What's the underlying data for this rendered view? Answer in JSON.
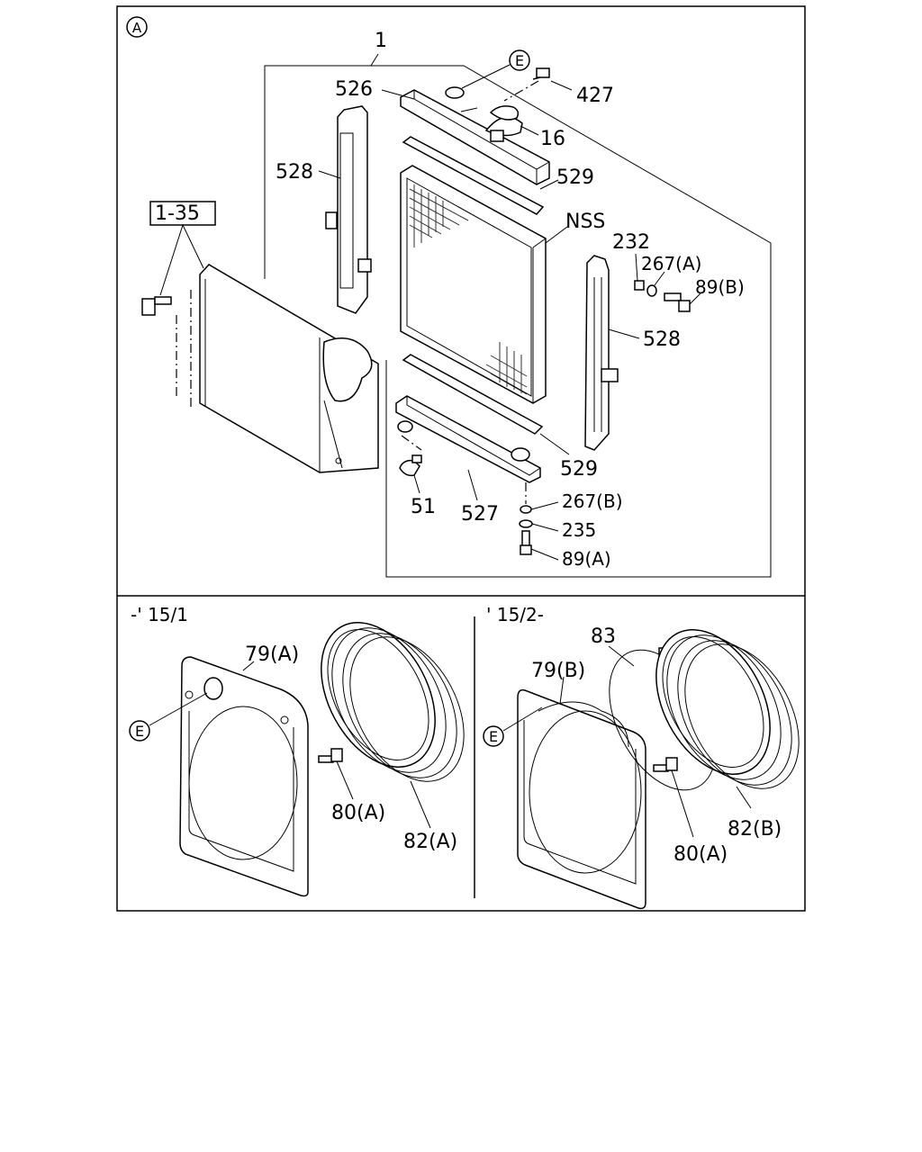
{
  "panel_top": {
    "view_marker": "A",
    "kit_callout": "1-35",
    "labels": {
      "assembly": "1",
      "upper_tank": "526",
      "filler_neck_marker": "E",
      "bolt_top": "427",
      "cap": "16",
      "side_bracket_left": "528",
      "seal_upper": "529",
      "core": "NSS",
      "cushion": "232",
      "washer_a": "267(A)",
      "bolt_b": "89(B)",
      "side_bracket_right": "528",
      "seal_lower": "529",
      "lower_tank": "527",
      "drain_cock": "51",
      "washer_b": "267(B)",
      "spacer": "235",
      "bolt_a": "89(A)"
    }
  },
  "panel_left": {
    "period": "-' 15/1",
    "labels": {
      "shroud": "79(A)",
      "marker": "E",
      "bolt": "80(A)",
      "ring": "82(A)"
    }
  },
  "panel_right": {
    "period": "' 15/2-",
    "labels": {
      "clamp": "83",
      "shroud": "79(B)",
      "marker": "E",
      "bolt": "80(A)",
      "ring": "82(B)"
    }
  }
}
